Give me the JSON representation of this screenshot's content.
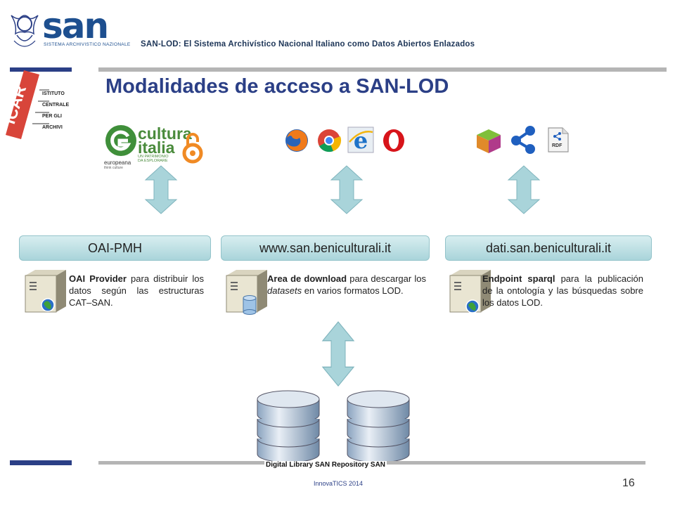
{
  "header": {
    "logo_text": "san",
    "logo_subtitle": "SISTEMA ARCHIVISTICO NAZIONALE",
    "title": "SAN-LOD: El Sistema Archivístico Nacional Italiano como Datos Abiertos Enlazados"
  },
  "icar_logo": {
    "word": "ICAR",
    "lines": [
      "ISTITUTO",
      "CENTRALE",
      "PER GLI",
      "ARCHIVI"
    ]
  },
  "page_title": "Modalidades de acceso a SAN-LOD",
  "top_logos": {
    "culturaitalia": [
      "cultura",
      "italia",
      "UN PATRIMONIO",
      "DA ESPLORARE"
    ],
    "europeana": [
      "europeana",
      "think culture"
    ],
    "rdf_label": "RDF"
  },
  "services": [
    {
      "label": "OAI-PMH",
      "desc_bold": "OAI Provider",
      "desc_rest": " para distribuir los datos según las estructuras CAT–SAN."
    },
    {
      "label": "www.san.beniculturali.it",
      "desc_bold": "Area de download",
      "desc_mid": " para descargar los ",
      "desc_italic": "datasets",
      "desc_rest": " en varios formatos LOD."
    },
    {
      "label": "dati.san.beniculturali.it",
      "desc_bold": "Endpoint sparql",
      "desc_rest": " para la publicación de la ontología y las búsquedas sobre los datos LOD."
    }
  ],
  "footer": {
    "caption": "Digital Library SAN Repository SAN",
    "conference": "InnovaTICS 2014",
    "page_number": "16"
  },
  "colors": {
    "brand_blue": "#2b3f86",
    "pill_fill": "#bfe1e6",
    "arrow_fill": "#a9d4da",
    "icar_red": "#d8453a"
  }
}
